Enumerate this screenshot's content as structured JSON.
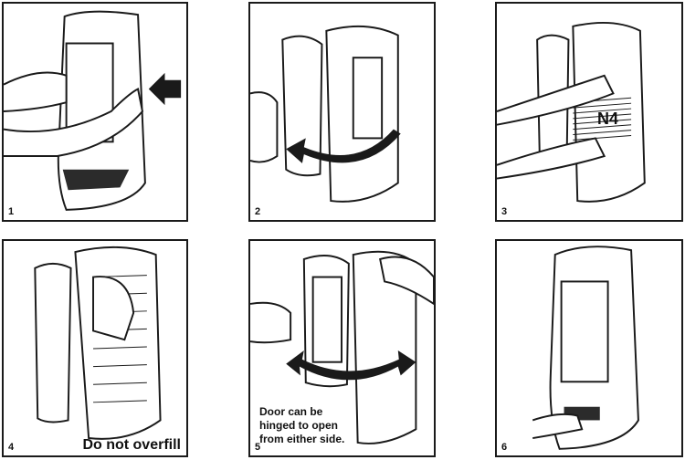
{
  "panels": [
    {
      "number": "1"
    },
    {
      "number": "2"
    },
    {
      "number": "3",
      "badge": "N4"
    },
    {
      "number": "4",
      "caption": "Do not overfill"
    },
    {
      "number": "5",
      "caption": "Door can be hinged to open from either side."
    },
    {
      "number": "6"
    }
  ],
  "colors": {
    "stroke": "#1a1a1a",
    "fill_dark": "#2b2b2b",
    "fill_gray": "#d8d8d8"
  }
}
